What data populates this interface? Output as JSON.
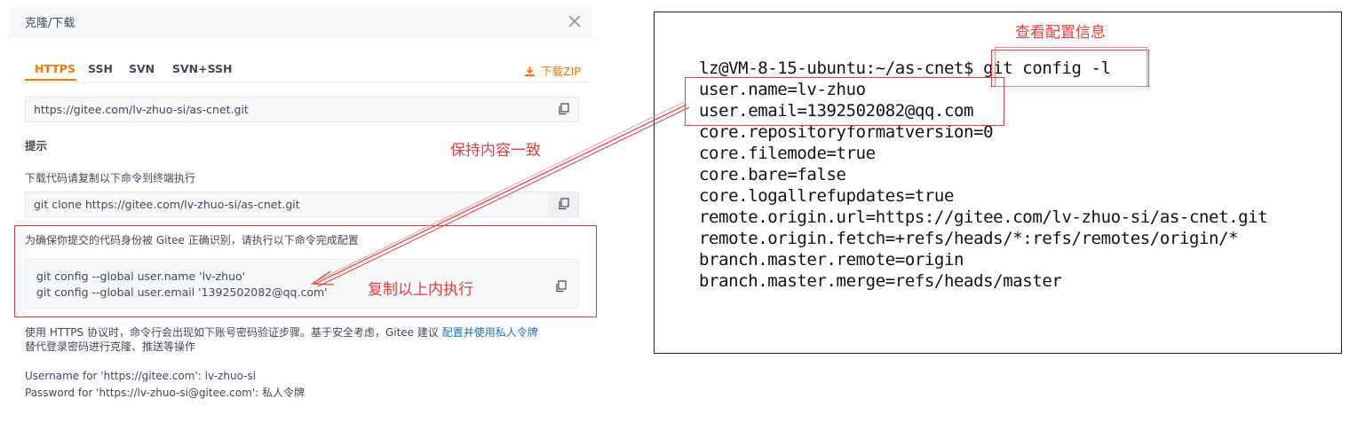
{
  "dialog": {
    "title": "克隆/下载",
    "tabs": [
      "HTTPS",
      "SSH",
      "SVN",
      "SVN+SSH"
    ],
    "active_tab": "HTTPS",
    "download_zip_label": "下载ZIP",
    "clone_url": "https://gitee.com/lv-zhuo-si/as-cnet.git",
    "tip_title": "提示",
    "download_hint": "下载代码请复制以下命令到终端执行",
    "clone_command": "git clone https://gitee.com/lv-zhuo-si/as-cnet.git",
    "identity_hint": "为确保你提交的代码身份被 Gitee 正确识别，请执行以下命令完成配置",
    "config_commands": [
      "git config --global user.name 'lv-zhuo'",
      "git config --global user.email '1392502082@qq.com'"
    ],
    "https_note_1": "使用 HTTPS 协议时，命令行会出现如下账号密码验证步骤。基于安全考虑，Gitee 建议 ",
    "https_note_link": "配置并使用私人令牌",
    "https_note_2": "替代登录密码进行克隆、推送等操作",
    "username_line": "Username for 'https://gitee.com': lv-zhuo-si",
    "password_line": "Password for 'https://lv-zhuo-si@gitee.com': 私人令牌"
  },
  "annotations": {
    "keep_consistent": "保持内容一致",
    "copy_and_run": "复制以上内执行",
    "view_config": "查看配置信息",
    "color": "#e0403d"
  },
  "terminal": {
    "prompt": "lz@VM-8-15-ubuntu:~/as-cnet$",
    "command": " git config -l",
    "lines": [
      "user.name=lv-zhuo",
      "user.email=1392502082@qq.com",
      "core.repositoryformatversion=0",
      "core.filemode=true",
      "core.bare=false",
      "core.logallrefupdates=true",
      "remote.origin.url=https://gitee.com/lv-zhuo-si/as-cnet.git",
      "remote.origin.fetch=+refs/heads/*:refs/remotes/origin/*",
      "branch.master.remote=origin",
      "branch.master.merge=refs/heads/master"
    ]
  },
  "colors": {
    "accent": "#fe7300",
    "link": "#1c6ec4",
    "text": "#40485b",
    "annotation_red": "#e0403d"
  }
}
